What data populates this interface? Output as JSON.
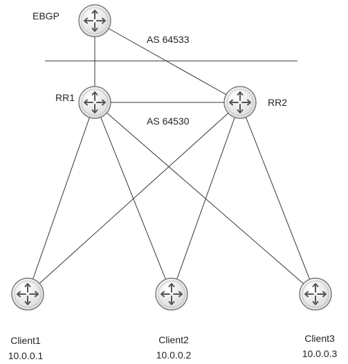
{
  "nodes": {
    "ebgp": {
      "label": "EBGP",
      "icon": "router-icon"
    },
    "rr1": {
      "label": "RR1",
      "icon": "router-icon"
    },
    "rr2": {
      "label": "RR2",
      "icon": "router-icon"
    },
    "client1": {
      "label": "Client1",
      "ip": "10.0.0.1",
      "icon": "router-icon"
    },
    "client2": {
      "label": "Client2",
      "ip": "10.0.0.2",
      "icon": "router-icon"
    },
    "client3": {
      "label": "Client3",
      "ip": "10.0.0.3",
      "icon": "router-icon"
    }
  },
  "as_labels": {
    "upper": "AS 64533",
    "lower": "AS 64530"
  },
  "links": [
    [
      "ebgp",
      "rr1"
    ],
    [
      "ebgp",
      "rr2"
    ],
    [
      "rr1",
      "rr2"
    ],
    [
      "rr1",
      "client1"
    ],
    [
      "rr1",
      "client2"
    ],
    [
      "rr1",
      "client3"
    ],
    [
      "rr2",
      "client1"
    ],
    [
      "rr2",
      "client2"
    ],
    [
      "rr2",
      "client3"
    ]
  ],
  "colors": {
    "line": "#333333",
    "router_fill": "#e8e8e8",
    "router_stroke": "#666666",
    "arrow": "#555555"
  }
}
